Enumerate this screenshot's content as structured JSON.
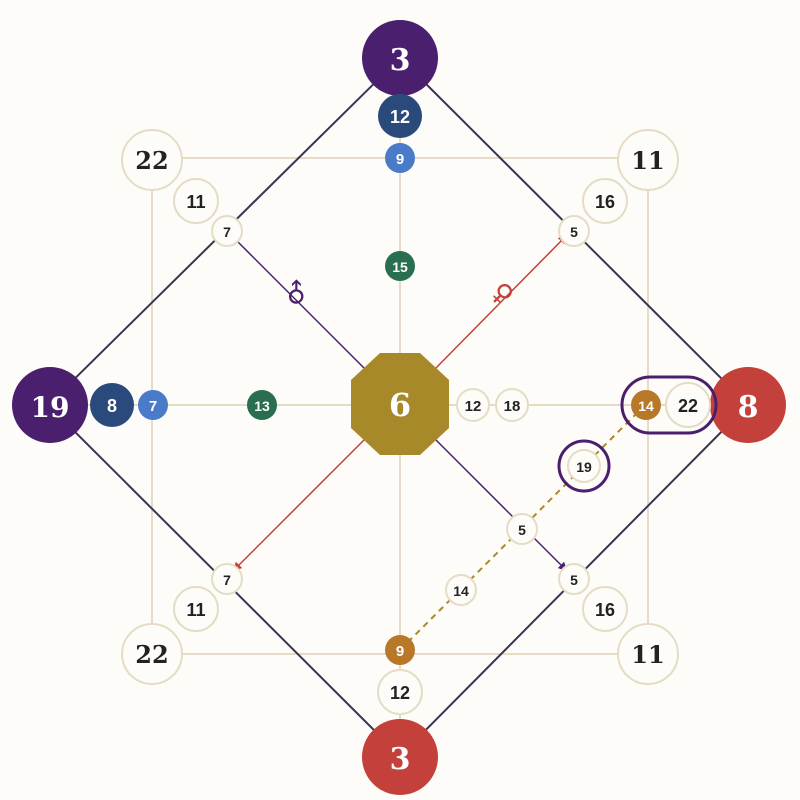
{
  "colors": {
    "background": "#fdfcf8",
    "beige_line": "#e6dcc6",
    "dark_line": "#3a3550",
    "purple": "#4a1f6e",
    "navy": "#2b4a7c",
    "blue": "#4a7bc8",
    "green": "#2a6e52",
    "gold": "#a8892a",
    "orange": "#b8782a",
    "red": "#c4403a",
    "text_dark": "#222222",
    "text_light": "#ffffff"
  },
  "center": {
    "label": "6"
  },
  "outer": {
    "top": "3",
    "left": "19",
    "right": "8",
    "bottom": "3"
  },
  "corners": {
    "tl": "22",
    "tr": "11",
    "bl": "22",
    "br": "11"
  },
  "inner": {
    "top_navy": "12",
    "top_blue": "9",
    "top_green": "15",
    "left_navy": "8",
    "left_blue": "7",
    "left_green": "13",
    "right_a": "12",
    "right_b": "18",
    "right_orange": "14",
    "right_pair": "22",
    "ring": "19",
    "lower_mid": "5",
    "diag_14": "14",
    "bottom_orange": "9",
    "bottom_12": "12",
    "tl_11": "11",
    "tl_7": "7",
    "tr_16": "16",
    "tr_5": "5",
    "bl_7": "7",
    "bl_11": "11",
    "br_5": "5",
    "br_16": "16"
  },
  "symbols": {
    "male": "♂",
    "female": "♀"
  }
}
